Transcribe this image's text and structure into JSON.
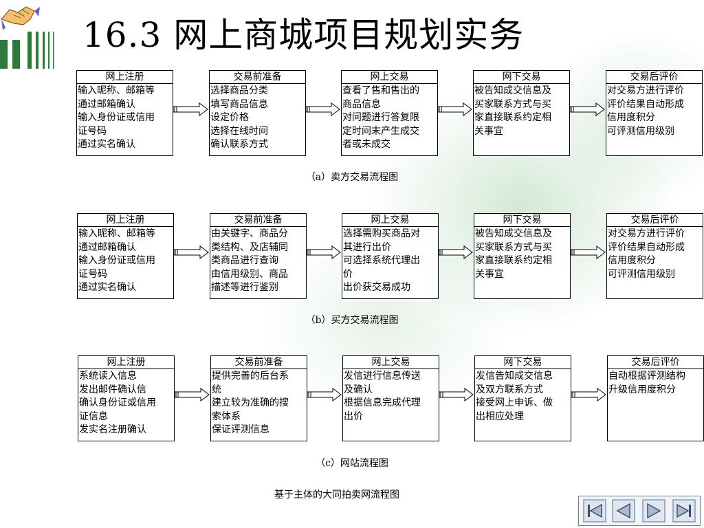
{
  "slide": {
    "title": "16.3 网上商城项目规划实务"
  },
  "colors": {
    "logo_green": "#2d7a3c",
    "accent_purple": "#6a5acd",
    "nav_blue": "#5a6e8c",
    "nav_fill": "#a9b9cf"
  },
  "icons": {
    "logo": "handshake-logo-icon",
    "nav_first": "first-slide-icon",
    "nav_prev": "previous-slide-icon",
    "nav_next": "next-slide-icon",
    "nav_last": "last-slide-icon"
  },
  "flows": [
    {
      "caption": "（a）卖方交易流程图",
      "steps": [
        {
          "title": "网上注册",
          "lines": [
            "输入昵称、邮箱等",
            "通过邮箱确认",
            "输入身份证或信用",
            "证号码",
            "通过实名确认"
          ]
        },
        {
          "title": "交易前准备",
          "lines": [
            "选择商品分类",
            "填写商品信息",
            "设定价格",
            "选择在线时间",
            "确认联系方式"
          ]
        },
        {
          "title": "网上交易",
          "lines": [
            "查看了售和售出的",
            "商品信息",
            "对问题进行答复限",
            "定时间末产生成交",
            "者或未成交"
          ]
        },
        {
          "title": "网下交易",
          "lines": [
            "被告知成交信息及",
            "买家联系方式与买",
            "家直接联系约定相",
            "关事宜"
          ]
        },
        {
          "title": "交易后评价",
          "lines": [
            "对交易方进行评价",
            "评价结果自动形成",
            "信用度积分",
            "可评测信用级别"
          ]
        }
      ]
    },
    {
      "caption": "（b）买方交易流程图",
      "steps": [
        {
          "title": "网上注册",
          "lines": [
            "输入昵称、邮箱等",
            "通过邮箱确认",
            "输入身份证或信用",
            "证号码",
            "通过实名确认"
          ]
        },
        {
          "title": "交易前准备",
          "lines": [
            "由关键字、商品分",
            "类结构、及店辅同",
            "类商品进行查询",
            "由信用级别、商品",
            "描述等进行鉴别"
          ]
        },
        {
          "title": "网上交易",
          "lines": [
            "选择需购买商品对",
            "其进行出价",
            "可选择系统代理出",
            "价",
            "出价获交易成功"
          ]
        },
        {
          "title": "网下交易",
          "lines": [
            "被告知成交信息及",
            "买家联系方式与买",
            "家直接联系约定相",
            "关事宜"
          ]
        },
        {
          "title": "交易后评价",
          "lines": [
            "对交易方进行评价",
            "评价结果自动形成",
            "信用度积分",
            "可评测信用级别"
          ]
        }
      ]
    },
    {
      "caption": "（c）网站流程图",
      "steps": [
        {
          "title": "网上注册",
          "lines": [
            "系统读入信息",
            "发出邮件确认信",
            "确认身份证或信用",
            "证信息",
            "发实名注册确认"
          ]
        },
        {
          "title": "交易前准备",
          "lines": [
            "提供完善的后台系",
            "统",
            "建立较为准确的搜",
            "索体系",
            "保证评测信息"
          ]
        },
        {
          "title": "网上交易",
          "lines": [
            "发信进行信息传送",
            "及确认",
            "根据信息完成代理",
            "出价"
          ]
        },
        {
          "title": "网下交易",
          "lines": [
            "发信告知成交信息",
            "及双方联系方式",
            "接受网上申诉、做",
            "出相应处理"
          ]
        },
        {
          "title": "交易后评价",
          "lines": [
            "自动根据评测结构",
            "升级信用度积分"
          ]
        }
      ]
    }
  ],
  "footer": "基于主体的大同拍卖网流程图"
}
